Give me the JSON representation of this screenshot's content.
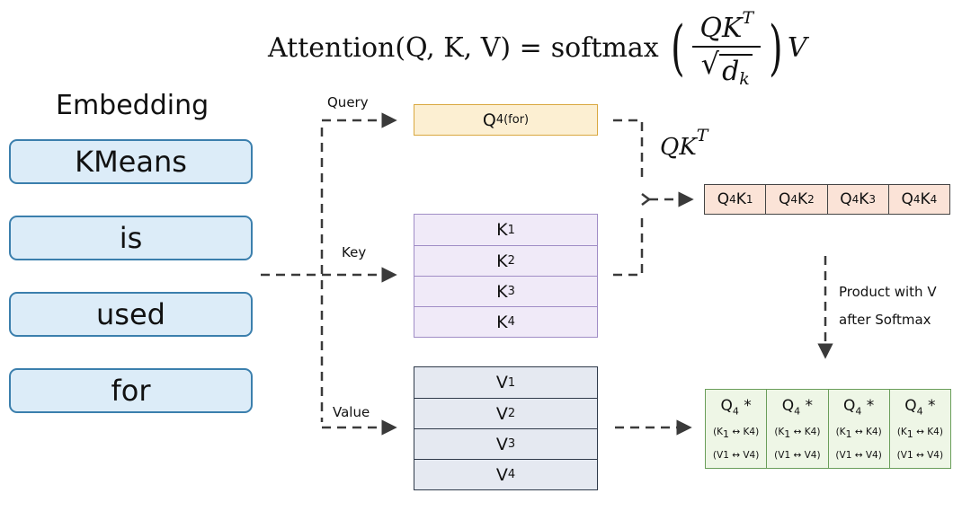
{
  "formula": {
    "lhs": "Attention(Q, K, V) =",
    "fn": "softmax",
    "numerator": "QK",
    "numerator_sup": "T",
    "denominator": "d",
    "denominator_sub": "k",
    "tail": "V"
  },
  "embedding": {
    "title": "Embedding",
    "tokens": [
      "KMeans",
      "is",
      "used",
      "for"
    ]
  },
  "flow_labels": {
    "query": "Query",
    "key": "Key",
    "value": "Value"
  },
  "query_box": {
    "base": "Q",
    "sub": "4(for)"
  },
  "key_stack": [
    {
      "base": "K",
      "sub": "1"
    },
    {
      "base": "K",
      "sub": "2"
    },
    {
      "base": "K",
      "sub": "3"
    },
    {
      "base": "K",
      "sub": "4"
    }
  ],
  "value_stack": [
    {
      "base": "V",
      "sub": "1"
    },
    {
      "base": "V",
      "sub": "2"
    },
    {
      "base": "V",
      "sub": "3"
    },
    {
      "base": "V",
      "sub": "4"
    }
  ],
  "qkt": {
    "base": "QK",
    "sup": "T"
  },
  "scores": [
    {
      "q": "Q",
      "qs": "4",
      "k": "K",
      "ks": "1"
    },
    {
      "q": "Q",
      "qs": "4",
      "k": "K",
      "ks": "2"
    },
    {
      "q": "Q",
      "qs": "4",
      "k": "K",
      "ks": "3"
    },
    {
      "q": "Q",
      "qs": "4",
      "k": "K",
      "ks": "4"
    }
  ],
  "product_label": {
    "line1": "Product with V",
    "line2": "after Softmax"
  },
  "results": [
    {
      "head": "Q",
      "head_sub": "4",
      "star": " *",
      "k_open": "(K",
      "k_sub": "1",
      "k_rest": " ↔ K4)",
      "v_text": "(V1 ↔ V4)"
    },
    {
      "head": "Q",
      "head_sub": "4",
      "star": " *",
      "k_open": "(K",
      "k_sub": "1",
      "k_rest": " ↔ K4)",
      "v_text": "(V1 ↔ V4)"
    },
    {
      "head": "Q",
      "head_sub": "4",
      "star": " *",
      "k_open": "(K",
      "k_sub": "1",
      "k_rest": " ↔ K4)",
      "v_text": "(V1 ↔ V4)"
    },
    {
      "head": "Q",
      "head_sub": "4",
      "star": " *",
      "k_open": "(K",
      "k_sub": "1",
      "k_rest": " ↔ K4)",
      "v_text": "(V1 ↔ V4)"
    }
  ],
  "colors": {
    "embedding_fill": "#dcecf8",
    "embedding_border": "#3b7fad",
    "query_fill": "#fcefd2",
    "key_fill": "#f0eaf8",
    "value_fill": "#e5e9f1",
    "score_fill": "#fbe3d7",
    "result_fill": "#eef6e6",
    "arrow": "#3a3a3a"
  }
}
